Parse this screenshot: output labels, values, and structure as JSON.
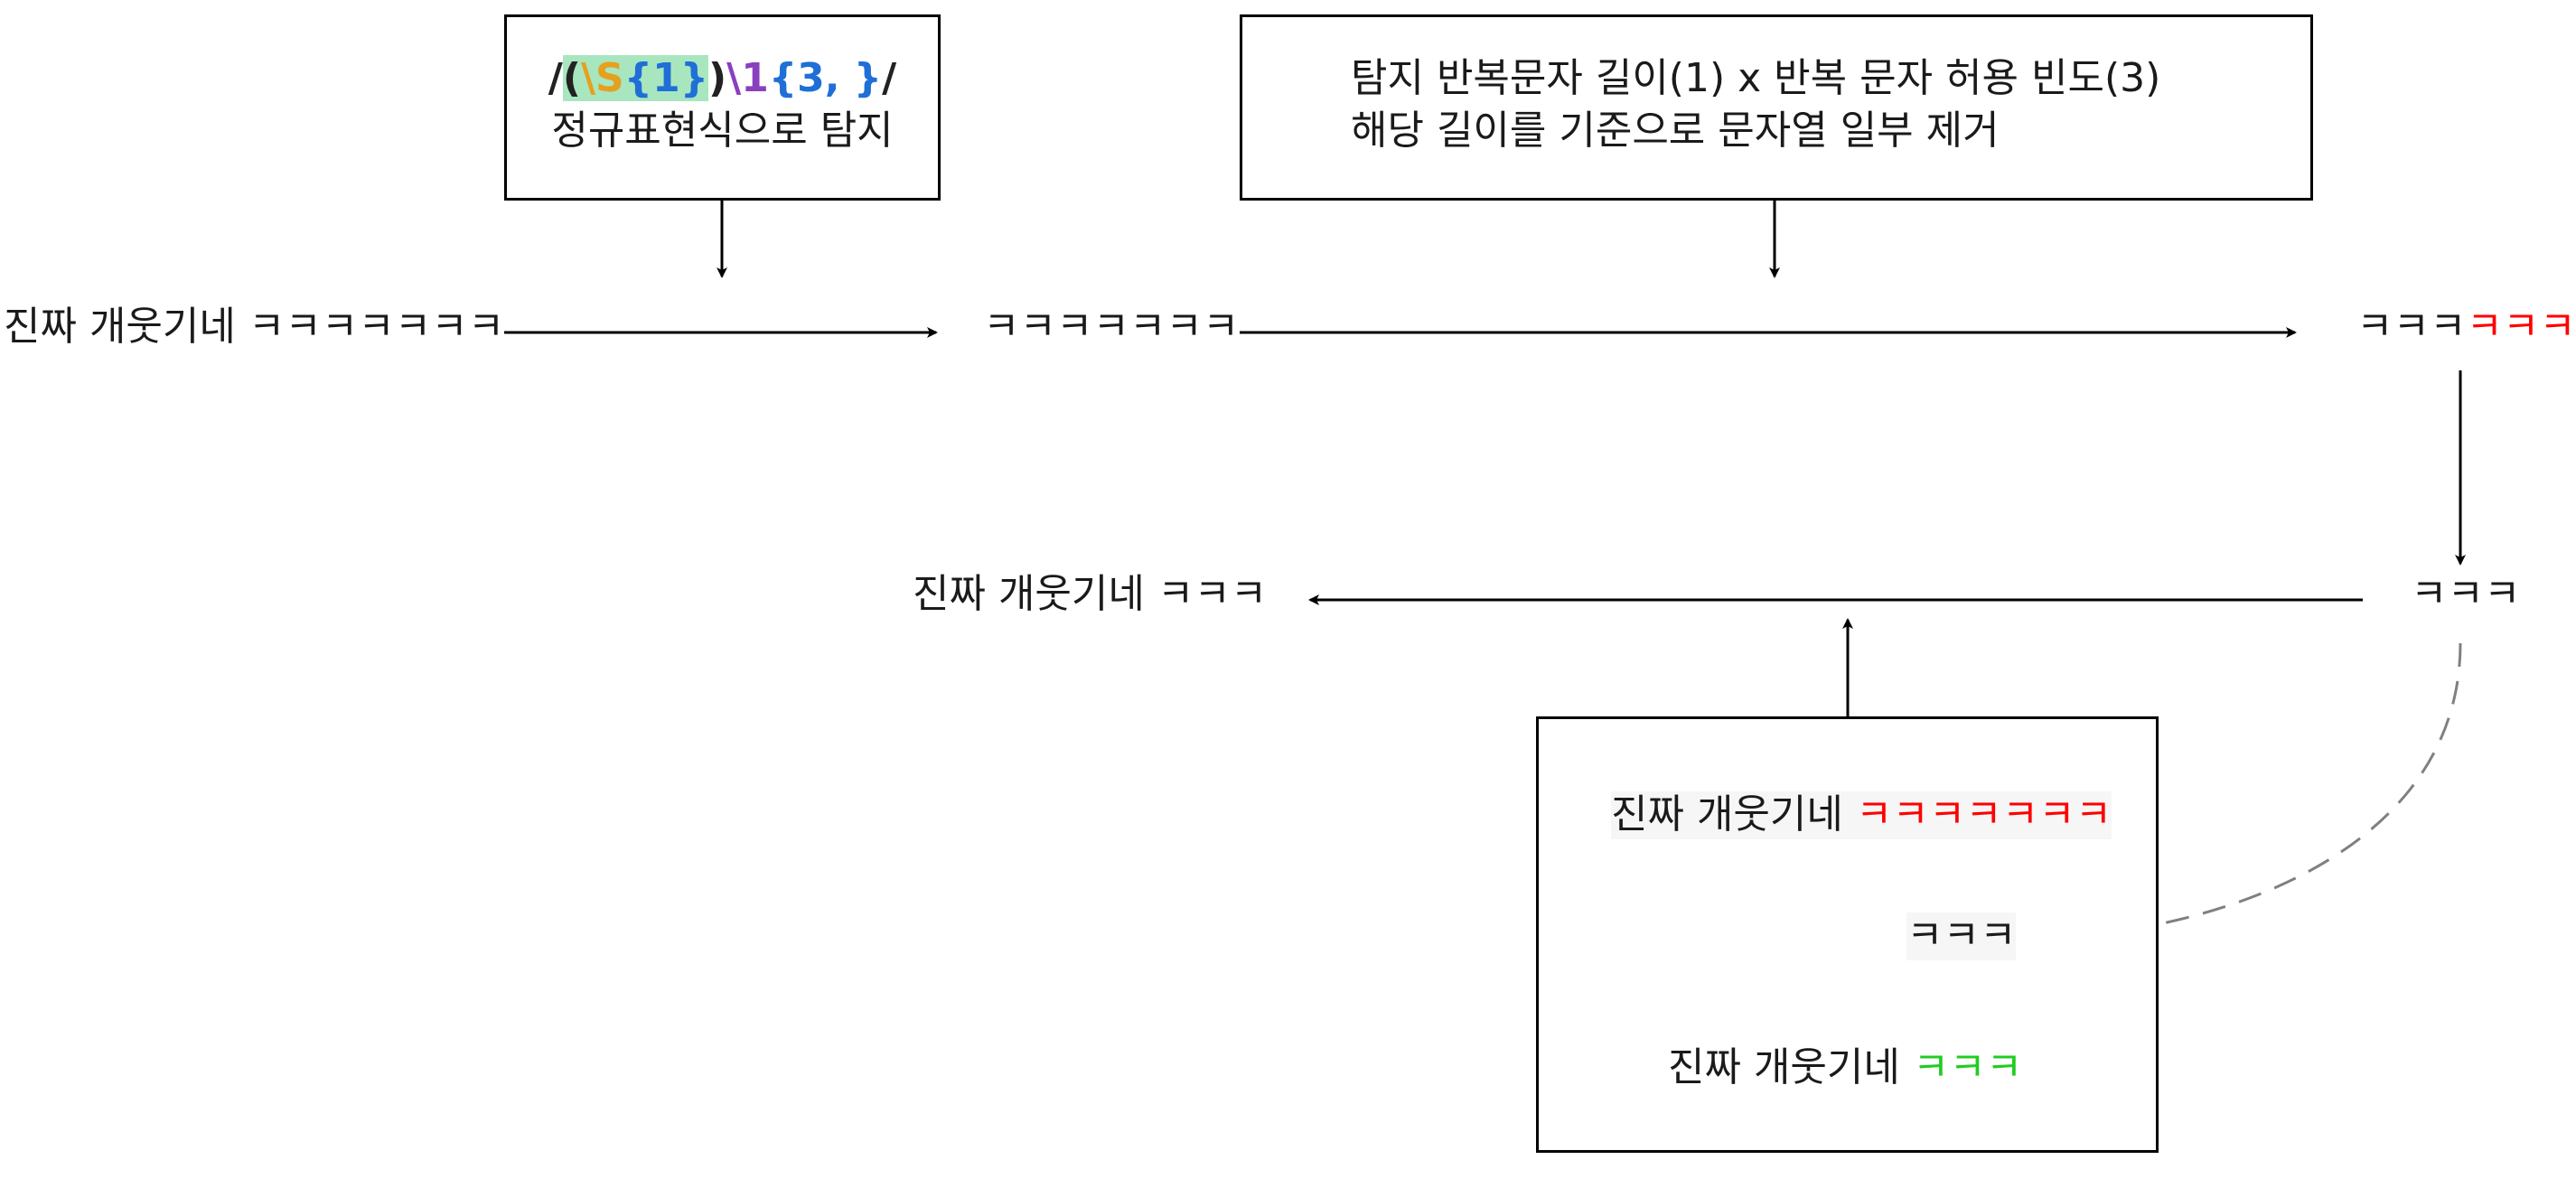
{
  "regex_box": {
    "pattern": {
      "slash_open": "/",
      "paren_open": "(",
      "class": "\\S",
      "quant1": "{1}",
      "paren_close": ")",
      "backref": "\\1",
      "quant2": "{3, }",
      "slash_close": "/"
    },
    "caption": "정규표현식으로 탐지"
  },
  "rule_box": {
    "line1": "탐지 반복문자 길이(1) x 반복 문자 허용 빈도(3)",
    "line2": "해당 길이를 기준으로 문자열 일부 제거"
  },
  "nodes": {
    "input": "진짜 개웃기네 ㅋㅋㅋㅋㅋㅋㅋ",
    "detected": "ㅋㅋㅋㅋㅋㅋㅋ",
    "trimmed_keep": "ㅋㅋㅋ",
    "trimmed_removed": "ㅋㅋㅋㅋ",
    "kept": "ㅋㅋㅋ",
    "output": "진짜 개웃기네 ㅋㅋㅋ"
  },
  "detail_box": {
    "before_prefix": "진짜 개웃기네 ",
    "before_repeat": "ㅋㅋㅋㅋㅋㅋㅋ",
    "replacement": "ㅋㅋㅋ",
    "after_prefix": "진짜 개웃기네 ",
    "after_repeat": "ㅋㅋㅋ"
  },
  "colors": {
    "removed": "#ff0000",
    "kept_result": "#22cc22",
    "regex_class": "#e6a020",
    "regex_quantifier": "#1f6fd6",
    "regex_backref": "#8a3fbf",
    "regex_highlight": "#a8e6c0",
    "dashed_arrow": "#808080"
  }
}
